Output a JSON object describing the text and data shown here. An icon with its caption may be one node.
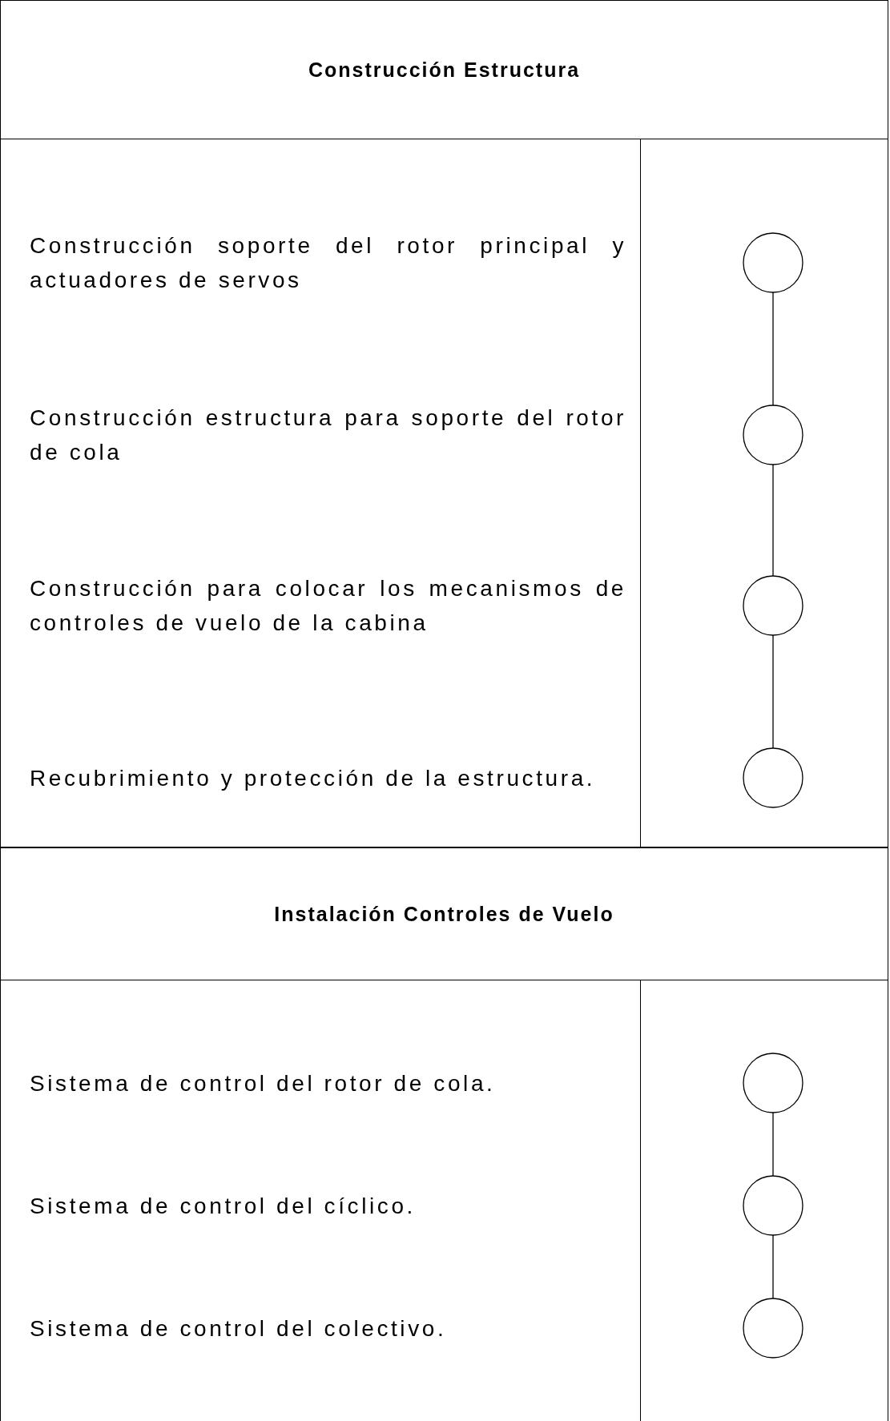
{
  "diagram": {
    "nodes": [
      {
        "text": [
          "Construcción Estructura"
        ]
      },
      {
        "text": [],
        "shape": "circle"
      },
      {
        "text": [],
        "shape": "circle"
      },
      {
        "text": [],
        "shape": "circle"
      },
      {
        "text": [],
        "shape": "circle"
      },
      {
        "text": [
          "Instalación Controles de Vuelo"
        ]
      },
      {
        "text": [],
        "shape": "circle"
      },
      {
        "text": [],
        "shape": "circle"
      },
      {
        "text": [],
        "shape": "circle"
      }
    ],
    "edges": [
      {
        "from": 1,
        "to": 2,
        "arrow": "none"
      },
      {
        "from": 2,
        "to": 3,
        "arrow": "none"
      },
      {
        "from": 3,
        "to": 4,
        "arrow": "none"
      },
      {
        "from": 6,
        "to": 7,
        "arrow": "none"
      },
      {
        "from": 7,
        "to": 8,
        "arrow": "none"
      }
    ],
    "labels": [
      "Construcción soporte del rotor principal y actuadores de servos",
      "Construcción estructura para soporte del rotor de cola",
      "Construcción para colocar los mecanismos de controles de vuelo de la cabina",
      "Recubrimiento y protección de la estructura.",
      "Sistema de control del rotor de cola.",
      "Sistema de control del cíclico.",
      "Sistema de control del colectivo."
    ]
  }
}
